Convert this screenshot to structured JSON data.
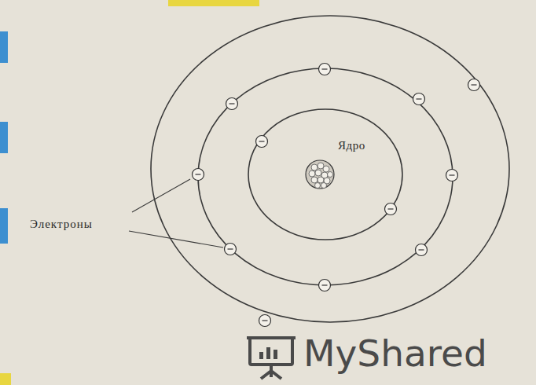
{
  "diagram": {
    "labels": [
      "Ядро",
      "Электроны",
      "MyShared"
    ]
  }
}
